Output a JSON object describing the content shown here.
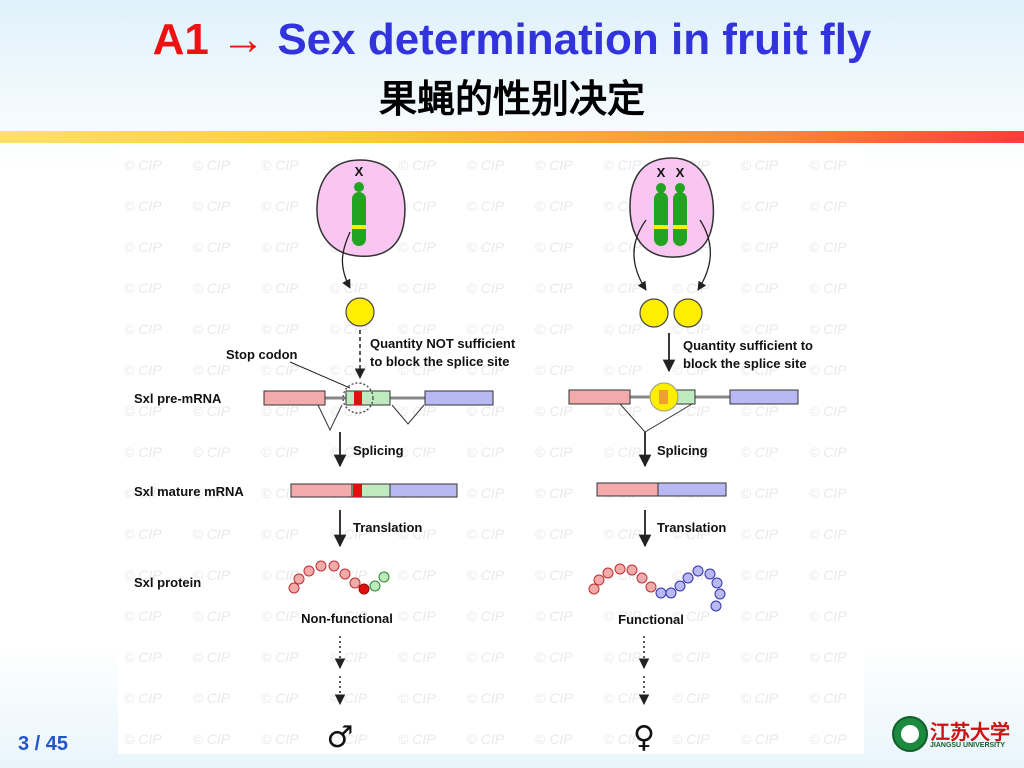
{
  "title": {
    "prefix": "A1",
    "arrow": "→",
    "main": "Sex determination in fruit fly",
    "chinese": "果蝇的性别决定"
  },
  "diagram": {
    "left": {
      "chromosome_label": "X",
      "quantity_text_1": "Quantity NOT sufficient",
      "quantity_text_2": "to block the splice site",
      "stop_codon": "Stop codon",
      "splicing": "Splicing",
      "translation": "Translation",
      "protein_status": "Non-functional",
      "sex_symbol": "♂"
    },
    "right": {
      "chromosome_label_1": "X",
      "chromosome_label_2": "X",
      "quantity_text_1": "Quantity sufficient to",
      "quantity_text_2": "block the splice site",
      "splicing": "Splicing",
      "translation": "Translation",
      "protein_status": "Functional",
      "sex_symbol": "♀"
    },
    "row_labels": {
      "pre_mrna": "Sxl pre-mRNA",
      "mature_mrna": "Sxl mature mRNA",
      "protein": "Sxl protein"
    },
    "watermark": "© CIP"
  },
  "footer": {
    "page": "3 / 45",
    "logo_name": "江苏大学",
    "logo_sub": "JIANGSU UNIVERSITY"
  },
  "colors": {
    "title_red": "#ee1111",
    "title_blue": "#3333dd",
    "nucleus": "#f9c6f2",
    "chromosome": "#22a322",
    "sxl_protein_yellow": "#ffee00",
    "exon_red": "#f3aaaa",
    "exon_green": "#bfe9bf",
    "exon_blue": "#b8b8f4",
    "stop_codon_red": "#e01010"
  }
}
